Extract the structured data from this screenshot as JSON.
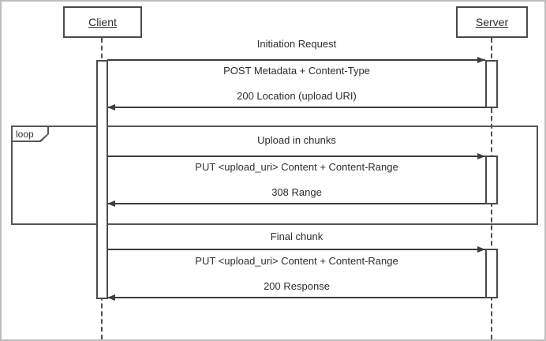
{
  "diagram": {
    "type": "uml-sequence-diagram",
    "subject": "resumable upload protocol",
    "actors": [
      {
        "id": "client",
        "label": "Client"
      },
      {
        "id": "server",
        "label": "Server"
      }
    ],
    "loop": {
      "label": "loop"
    },
    "sections": [
      {
        "title": "Initiation Request",
        "request": "POST Metadata + Content-Type",
        "response": "200 Location (upload URI)",
        "in_loop": false
      },
      {
        "title": "Upload in chunks",
        "request": "PUT <upload_uri> Content + Content-Range",
        "response": "308 Range",
        "in_loop": true
      },
      {
        "title": "Final chunk",
        "request": "PUT <upload_uri> Content + Content-Range",
        "response": "200 Response",
        "in_loop": false
      }
    ],
    "colors": {
      "line": "#3d3d3d",
      "box_border": "#4a4a4a",
      "background": "#ffffff",
      "outer_border": "#bdbdbd"
    }
  }
}
